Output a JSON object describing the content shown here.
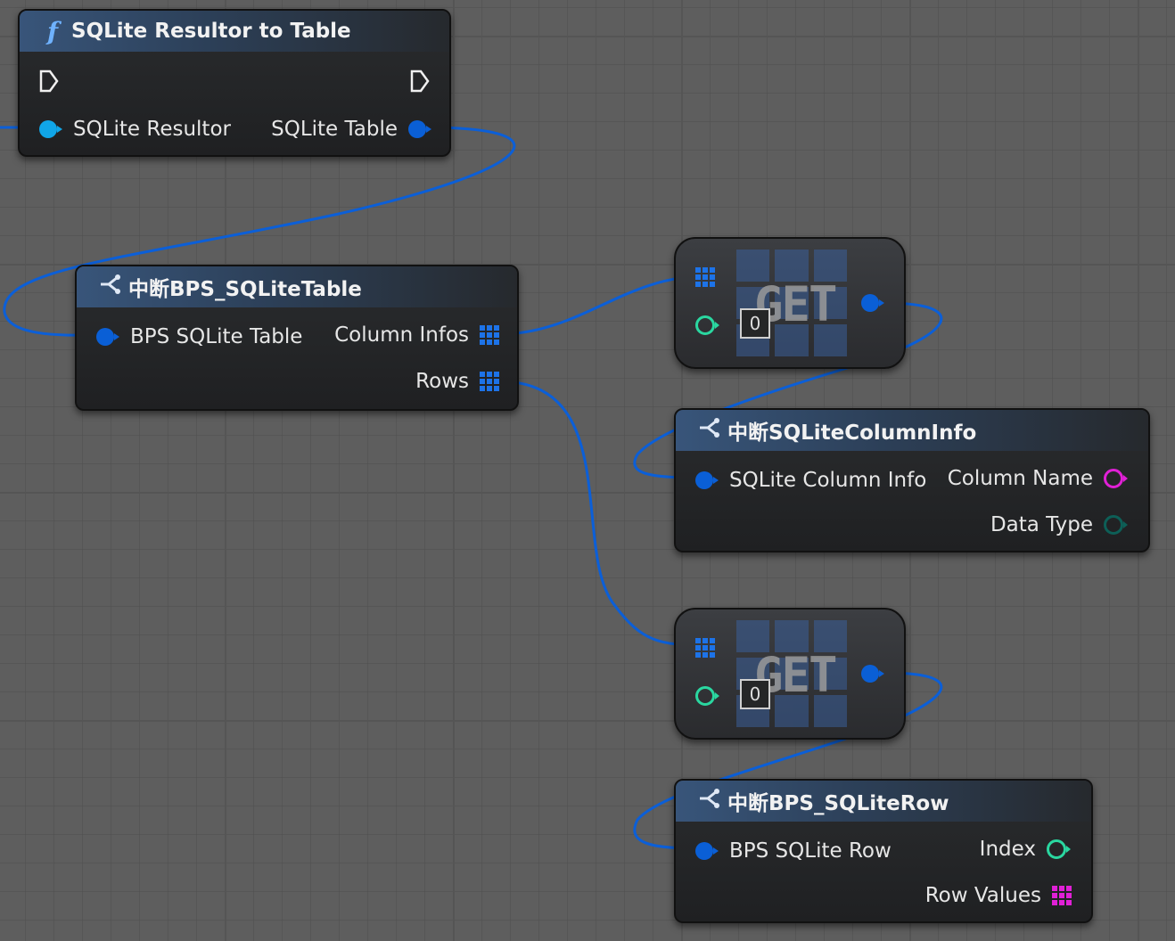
{
  "nodes": {
    "resultor_to_table": {
      "title": "SQLite Resultor to Table",
      "icon": "function-icon",
      "input_label": "SQLite Resultor",
      "output_label": "SQLite Table"
    },
    "break_table": {
      "title": "中断BPS_SQLiteTable",
      "icon": "break-struct-icon",
      "input_label": "BPS SQLite Table",
      "outputs": [
        "Column Infos",
        "Rows"
      ]
    },
    "get_1": {
      "label": "GET",
      "index": "0"
    },
    "break_column_info": {
      "title": "中断SQLiteColumnInfo",
      "icon": "break-struct-icon",
      "input_label": "SQLite Column Info",
      "outputs": [
        "Column Name",
        "Data Type"
      ]
    },
    "get_2": {
      "label": "GET",
      "index": "0"
    },
    "break_row": {
      "title": "中断BPS_SQLiteRow",
      "icon": "break-struct-icon",
      "input_label": "BPS SQLite Row",
      "outputs": [
        "Index",
        "Row Values"
      ]
    }
  },
  "colors": {
    "struct_pin": "#0a5fd6",
    "object_pin": "#10a6e8",
    "int_pin": "#2ad7a0",
    "string_pin": "#e020d6",
    "enum_pin": "#0d5f57",
    "wire": "#0a5fd6"
  }
}
